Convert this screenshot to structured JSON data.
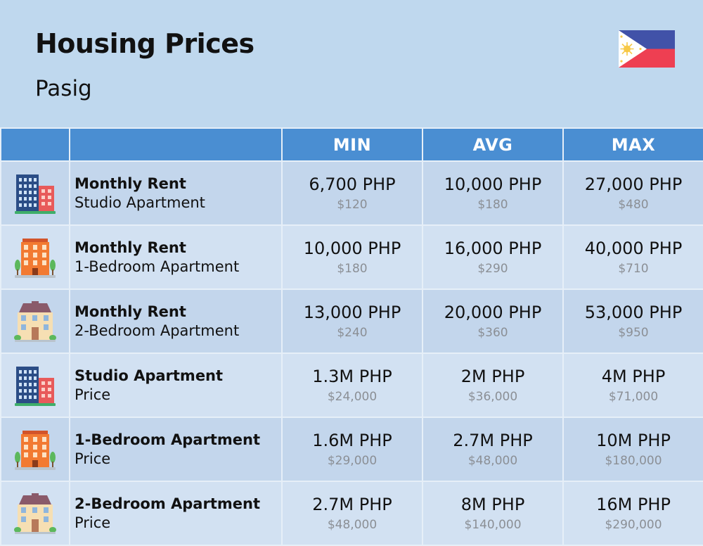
{
  "header": {
    "title": "Housing Prices",
    "subtitle": "Pasig",
    "flag_icon": "philippines-flag-icon"
  },
  "table": {
    "columns": [
      "",
      "",
      "MIN",
      "AVG",
      "MAX"
    ],
    "rows": [
      {
        "icon": "tall-building-icon",
        "label": "Monthly Rent",
        "sublabel": "Studio Apartment",
        "min": {
          "php": "6,700 PHP",
          "usd": "$120"
        },
        "avg": {
          "php": "10,000 PHP",
          "usd": "$180"
        },
        "max": {
          "php": "27,000 PHP",
          "usd": "$480"
        }
      },
      {
        "icon": "orange-apartment-icon",
        "label": "Monthly Rent",
        "sublabel": "1-Bedroom Apartment",
        "min": {
          "php": "10,000 PHP",
          "usd": "$180"
        },
        "avg": {
          "php": "16,000 PHP",
          "usd": "$290"
        },
        "max": {
          "php": "40,000 PHP",
          "usd": "$710"
        }
      },
      {
        "icon": "house-building-icon",
        "label": "Monthly Rent",
        "sublabel": "2-Bedroom Apartment",
        "min": {
          "php": "13,000 PHP",
          "usd": "$240"
        },
        "avg": {
          "php": "20,000 PHP",
          "usd": "$360"
        },
        "max": {
          "php": "53,000 PHP",
          "usd": "$950"
        }
      },
      {
        "icon": "tall-building-icon",
        "label": "Studio Apartment",
        "sublabel": "Price",
        "min": {
          "php": "1.3M PHP",
          "usd": "$24,000"
        },
        "avg": {
          "php": "2M PHP",
          "usd": "$36,000"
        },
        "max": {
          "php": "4M PHP",
          "usd": "$71,000"
        }
      },
      {
        "icon": "orange-apartment-icon",
        "label": "1-Bedroom Apartment",
        "sublabel": "Price",
        "min": {
          "php": "1.6M PHP",
          "usd": "$29,000"
        },
        "avg": {
          "php": "2.7M PHP",
          "usd": "$48,000"
        },
        "max": {
          "php": "10M PHP",
          "usd": "$180,000"
        }
      },
      {
        "icon": "house-building-icon",
        "label": "2-Bedroom Apartment",
        "sublabel": "Price",
        "min": {
          "php": "2.7M PHP",
          "usd": "$48,000"
        },
        "avg": {
          "php": "8M PHP",
          "usd": "$140,000"
        },
        "max": {
          "php": "16M PHP",
          "usd": "$290,000"
        }
      }
    ]
  },
  "colors": {
    "background": "#bfd8ee",
    "header_row": "#4a8ed2",
    "row_odd": "#c3d6ec",
    "row_even": "#d2e1f2",
    "usd_text": "#8b8f95"
  }
}
